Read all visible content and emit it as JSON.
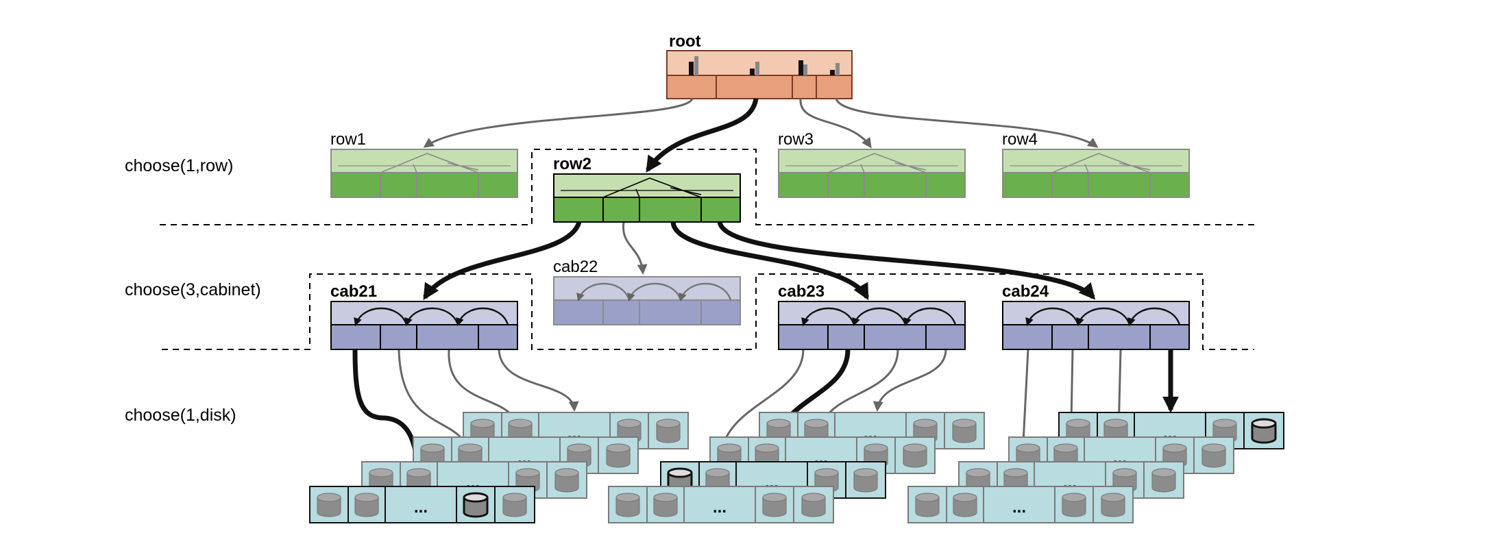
{
  "root": {
    "label": "root"
  },
  "rows": [
    {
      "name": "row1",
      "selected": false
    },
    {
      "name": "row2",
      "selected": true
    },
    {
      "name": "row3",
      "selected": false
    },
    {
      "name": "row4",
      "selected": false
    }
  ],
  "cabinets": [
    {
      "name": "cab21",
      "selected": true
    },
    {
      "name": "cab22",
      "selected": false
    },
    {
      "name": "cab23",
      "selected": true
    },
    {
      "name": "cab24",
      "selected": true
    }
  ],
  "steps": [
    {
      "label": "choose(1,row)"
    },
    {
      "label": "choose(3,cabinet)"
    },
    {
      "label": "choose(1,disk)"
    }
  ],
  "ellipsis": "...",
  "colors": {
    "root_top": "#f4c9b2",
    "root_bottom": "#e8a07c",
    "row_top": "#c6dfb0",
    "row_bottom": "#6ab04c",
    "cab_top": "#c9cbe0",
    "cab_bottom": "#9ba0c8",
    "disk_fill": "#b8dcdf",
    "disk_icon": "#8c8c8c",
    "muted_stroke": "#8a8a8a",
    "arrow_muted": "#666666",
    "arrow_bold": "#111111"
  }
}
